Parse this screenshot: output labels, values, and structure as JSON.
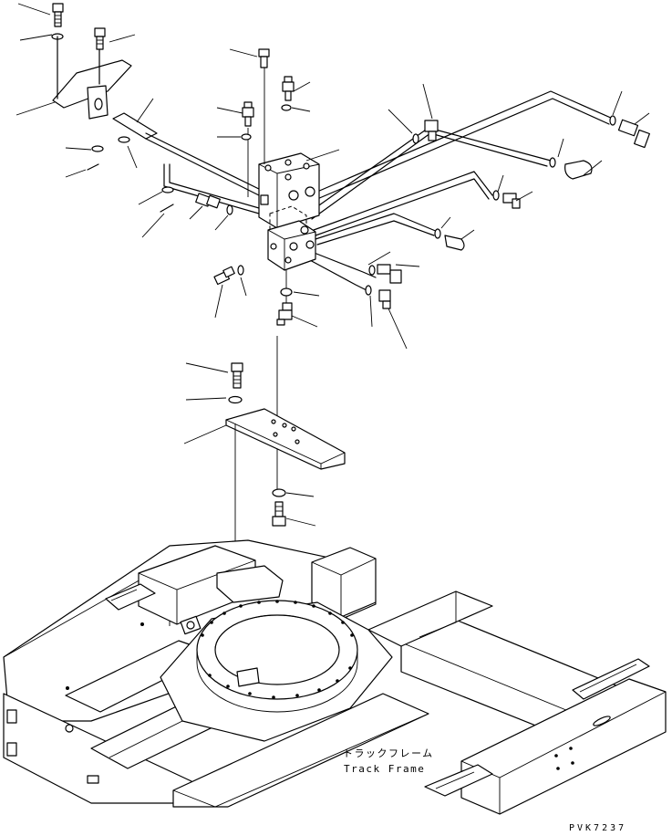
{
  "frame_label": {
    "japanese": "トラックフレーム",
    "english": "Track Frame"
  },
  "drawing_code": "PVK7237"
}
